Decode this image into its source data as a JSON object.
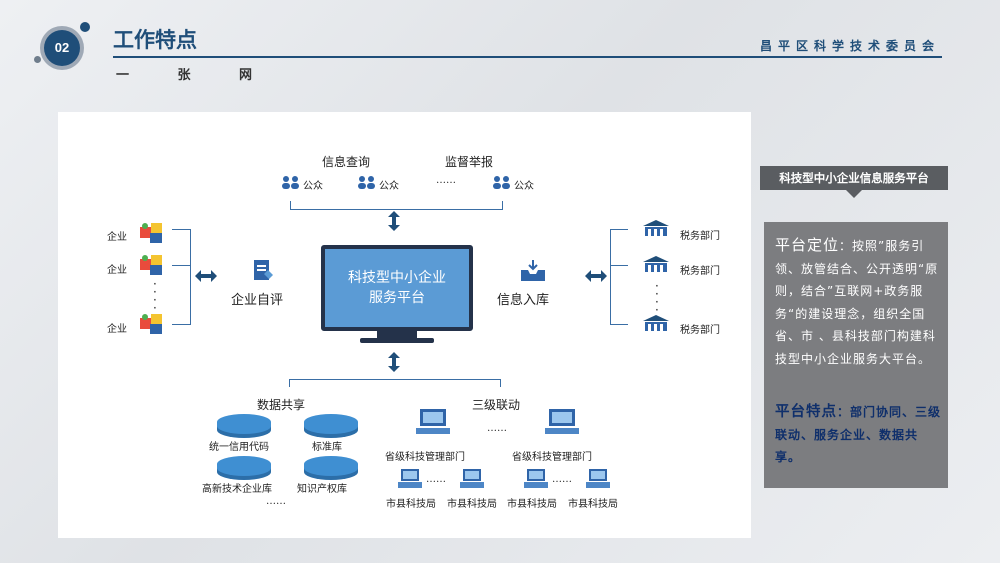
{
  "header": {
    "badge": "02",
    "title": "工作特点",
    "subtitle": "一 张 网",
    "org": "昌平区科学技术委员会"
  },
  "diagram": {
    "top": {
      "label1": "信息查询",
      "label2": "监督举报",
      "public": "公众",
      "ellipsis": "……"
    },
    "left": {
      "company": "企业",
      "self_eval": "企业自评"
    },
    "center": {
      "line1": "科技型中小企业",
      "line2": "服务平台"
    },
    "right": {
      "info_in": "信息入库",
      "tax": "税务部门"
    },
    "bottom": {
      "data_share": "数据共享",
      "db1": "统一信用代码",
      "db2": "标准库",
      "db3": "高新技术企业库",
      "db4": "知识产权库",
      "db_more": "……",
      "three_level": "三级联动",
      "prov": "省级科技管理部门",
      "city": "市县科技局",
      "ellipsis": "……"
    }
  },
  "info_panel": {
    "tag": "科技型中小企业信息服务平台",
    "position_lead": "平台定位",
    "position_text": "：按照”服务引领、放管结合、公开透明“原则，结合”互联网+政务服务“的建设理念，组织全国省、市 、县科技部门构建科技型中小企业服务大平台。",
    "feature_lead": "平台特点",
    "feature_text": "：部门协同、三级联动、服务企业、数据共享。"
  },
  "colors": {
    "brand": "#1f4e79",
    "accent": "#5b9bd5",
    "box": "#7c7d80",
    "tag": "#5a5d61"
  }
}
